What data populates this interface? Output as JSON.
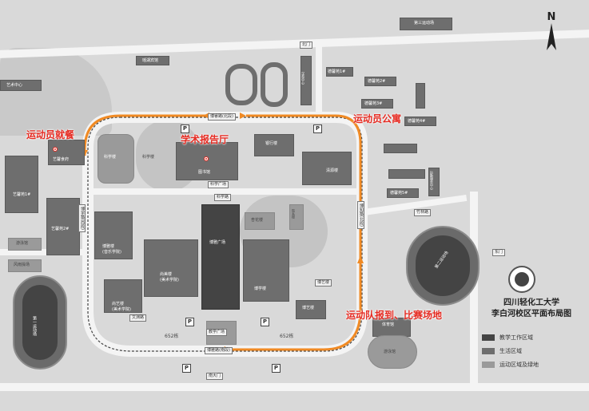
{
  "compass": {
    "letter": "N"
  },
  "gates": {
    "north": "北门",
    "south": "南大门",
    "east": "东门"
  },
  "callouts": {
    "athletes_dining": "运动员就餐",
    "lecture_hall": "学术报告厅",
    "athletes_apartment": "运动员公寓",
    "check_in_venue": "运动队报到、比赛场地"
  },
  "roads": {
    "tiyu_road_north": "博睿路(北段)",
    "tiyu_road_south": "博雅路(南段)",
    "west_road": "博学路(西段)",
    "east_road": "博知路(北段)",
    "dongyuan": "竹林路",
    "science_road": "科学路",
    "wenxue_road": "文渊路"
  },
  "buildings": {
    "third_sports_field": "第三运动场",
    "dormitory_1": "德馨苑1#",
    "dormitory_2": "德馨苑2#",
    "dormitory_3": "德馨苑3#",
    "dormitory_4": "德馨苑4#",
    "dormitory_5": "德馨苑5#",
    "service_center": "后勤服务中心",
    "hotel": "瑶湖宾馆",
    "library": "图书馆",
    "science_bld": "科学楼",
    "science_bld2": "科学楼",
    "bank": "银行楼",
    "qingxin": "清源楼",
    "plaza": "科学广场",
    "art_center": "艺术中心",
    "art_dining": "艺馨食府",
    "art_garden_1": "艺馨苑1#",
    "art_garden_2": "艺馨苑2#",
    "swimming": "游泳馆",
    "badminton": "风雨操场",
    "first_sports_field": "第一运动场",
    "second_sports_field": "第二运动场",
    "music_bld": "博雅楼\n(音乐学院)",
    "fine_arts_bld": "尚美楼\n(美术学院)",
    "art_bld": "尚艺楼\n(美术学院)",
    "sports_plaza": "博雅广场",
    "boxue_bld": "博学楼",
    "boyi_bld": "博艺楼",
    "gym": "体育馆",
    "swim2": "游泳馆",
    "yuan_bld": "博艺楼",
    "teaching_plaza": "教学广场",
    "zone_652a": "652栋",
    "zone_652b": "652栋",
    "xinghua": "杏花楼",
    "rose_bld": "院系楼",
    "hanyuan": "汉苑中心"
  },
  "title": {
    "line1": "四川轻化工大学",
    "line2": "李白河校区平面布局图"
  },
  "legend": [
    {
      "label": "教学工作区域",
      "color": "#444444"
    },
    {
      "label": "生活区域",
      "color": "#6e6e6e"
    },
    {
      "label": "运动区域及绿地",
      "color": "#9a9a9a"
    }
  ],
  "parking": "P",
  "colors": {
    "route": "#f08a24",
    "callout": "#e52b22"
  }
}
